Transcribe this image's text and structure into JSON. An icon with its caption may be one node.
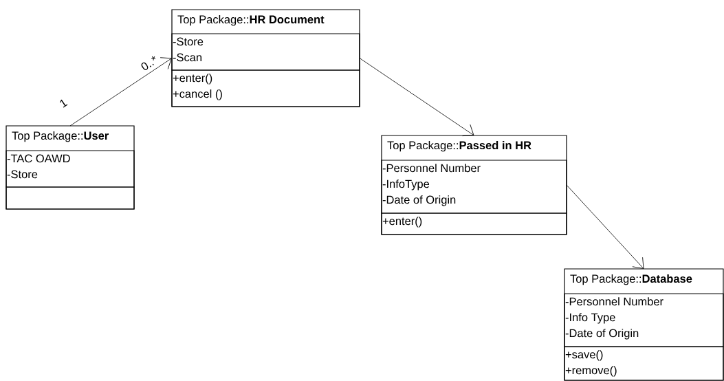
{
  "diagram": {
    "nodes": [
      {
        "text": [
          "Top Package::**HR Document**"
        ]
      },
      {
        "text": [
          "-Store",
          "-Scan"
        ],
        "in": 0
      },
      {
        "text": [
          "+enter()",
          "+cancel ()"
        ],
        "in": 0
      },
      {
        "text": [
          "Top Package::**User**"
        ]
      },
      {
        "text": [
          "-TAC OAWD",
          "-Store"
        ],
        "in": 3
      },
      {
        "text": [],
        "shape": "box",
        "in": 3
      },
      {
        "text": [
          "Top Package::**Passed in HR**"
        ]
      },
      {
        "text": [
          "-Personnel Number",
          "-InfoType",
          "-Date of Origin"
        ],
        "in": 6
      },
      {
        "text": [
          "+enter()"
        ],
        "in": 6
      },
      {
        "text": [
          "Top Package::**Database**"
        ]
      },
      {
        "text": [
          "-Personnel Number",
          "-Info Type",
          "-Date of Origin"
        ],
        "in": 9
      },
      {
        "text": [
          "+save()",
          "+remove()"
        ],
        "in": 9
      }
    ],
    "edges": [
      {
        "from": 3,
        "to": 0,
        "arrow": "to"
      },
      {
        "from": 0,
        "to": 6,
        "arrow": "to"
      },
      {
        "from": 6,
        "to": 9,
        "arrow": "to"
      }
    ],
    "labels": [
      "1",
      "0..*"
    ]
  }
}
